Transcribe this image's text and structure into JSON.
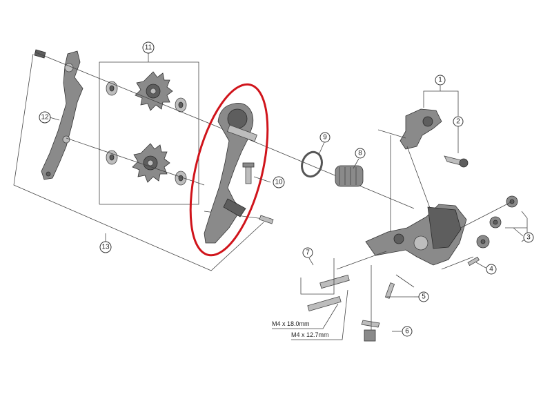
{
  "callouts": {
    "c1": "1",
    "c2": "2",
    "c3": "3",
    "c4": "4",
    "c5": "5",
    "c6": "6",
    "c7": "7",
    "c8": "8",
    "c9": "9",
    "c10": "10",
    "c11": "11",
    "c12": "12",
    "c13": "13"
  },
  "dimensions": {
    "bolt_long": "M4 x 18.0mm",
    "bolt_short": "M4 x 12.7mm"
  },
  "colors": {
    "highlight": "#d0141b",
    "part": "#8a8a8a",
    "part_dark": "#5e5e5e",
    "line": "#444444"
  }
}
